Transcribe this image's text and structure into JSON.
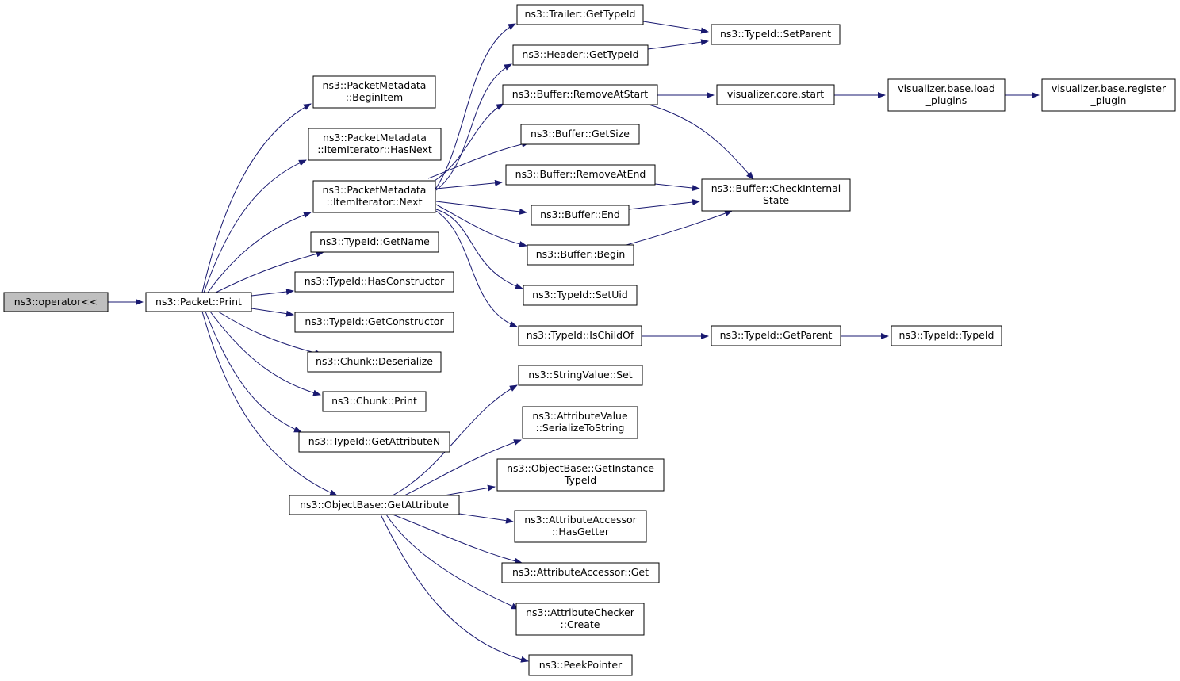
{
  "colors": {
    "edge": "#191970",
    "root_fill": "#bfbfbf",
    "node_fill": "#ffffff",
    "node_stroke": "#000000"
  },
  "nodes": [
    {
      "id": "op",
      "lines": [
        "ns3::operator<<"
      ],
      "root": true
    },
    {
      "id": "print",
      "lines": [
        "ns3::Packet::Print"
      ]
    },
    {
      "id": "pm_begin",
      "lines": [
        "ns3::PacketMetadata",
        "::BeginItem"
      ]
    },
    {
      "id": "pm_hasnext",
      "lines": [
        "ns3::PacketMetadata",
        "::ItemIterator::HasNext"
      ]
    },
    {
      "id": "pm_next",
      "lines": [
        "ns3::PacketMetadata",
        "::ItemIterator::Next"
      ]
    },
    {
      "id": "tid_getname",
      "lines": [
        "ns3::TypeId::GetName"
      ]
    },
    {
      "id": "tid_hascons",
      "lines": [
        "ns3::TypeId::HasConstructor"
      ]
    },
    {
      "id": "tid_getcons",
      "lines": [
        "ns3::TypeId::GetConstructor"
      ]
    },
    {
      "id": "chunk_deser",
      "lines": [
        "ns3::Chunk::Deserialize"
      ]
    },
    {
      "id": "chunk_print",
      "lines": [
        "ns3::Chunk::Print"
      ]
    },
    {
      "id": "tid_getattrn",
      "lines": [
        "ns3::TypeId::GetAttributeN"
      ]
    },
    {
      "id": "ob_getattr",
      "lines": [
        "ns3::ObjectBase::GetAttribute"
      ]
    },
    {
      "id": "trailer_gtid",
      "lines": [
        "ns3::Trailer::GetTypeId"
      ]
    },
    {
      "id": "header_gtid",
      "lines": [
        "ns3::Header::GetTypeId"
      ]
    },
    {
      "id": "buf_remstart",
      "lines": [
        "ns3::Buffer::RemoveAtStart"
      ]
    },
    {
      "id": "buf_getsize",
      "lines": [
        "ns3::Buffer::GetSize"
      ]
    },
    {
      "id": "buf_remend",
      "lines": [
        "ns3::Buffer::RemoveAtEnd"
      ]
    },
    {
      "id": "buf_end",
      "lines": [
        "ns3::Buffer::End"
      ]
    },
    {
      "id": "buf_begin",
      "lines": [
        "ns3::Buffer::Begin"
      ]
    },
    {
      "id": "tid_setuid",
      "lines": [
        "ns3::TypeId::SetUid"
      ]
    },
    {
      "id": "tid_ischild",
      "lines": [
        "ns3::TypeId::IsChildOf"
      ]
    },
    {
      "id": "tid_setparent",
      "lines": [
        "ns3::TypeId::SetParent"
      ]
    },
    {
      "id": "vis_core_start",
      "lines": [
        "visualizer.core.start"
      ]
    },
    {
      "id": "vis_load",
      "lines": [
        "visualizer.base.load",
        "_plugins"
      ]
    },
    {
      "id": "vis_register",
      "lines": [
        "visualizer.base.register",
        "_plugin"
      ]
    },
    {
      "id": "buf_checkint",
      "lines": [
        "ns3::Buffer::CheckInternal",
        "State"
      ]
    },
    {
      "id": "tid_getparent",
      "lines": [
        "ns3::TypeId::GetParent"
      ]
    },
    {
      "id": "tid_typeid",
      "lines": [
        "ns3::TypeId::TypeId"
      ]
    },
    {
      "id": "sv_set",
      "lines": [
        "ns3::StringValue::Set"
      ]
    },
    {
      "id": "av_ser",
      "lines": [
        "ns3::AttributeValue",
        "::SerializeToString"
      ]
    },
    {
      "id": "ob_getinst",
      "lines": [
        "ns3::ObjectBase::GetInstance",
        "TypeId"
      ]
    },
    {
      "id": "aa_hasgetter",
      "lines": [
        "ns3::AttributeAccessor",
        "::HasGetter"
      ]
    },
    {
      "id": "aa_get",
      "lines": [
        "ns3::AttributeAccessor::Get"
      ]
    },
    {
      "id": "ac_create",
      "lines": [
        "ns3::AttributeChecker",
        "::Create"
      ]
    },
    {
      "id": "peekpointer",
      "lines": [
        "ns3::PeekPointer"
      ]
    }
  ]
}
